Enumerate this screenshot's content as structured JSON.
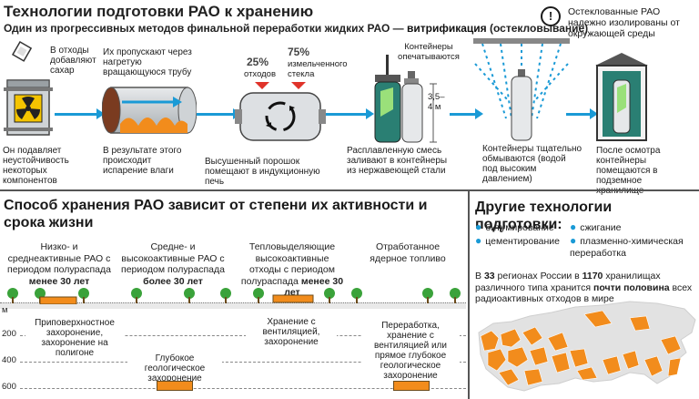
{
  "header": {
    "title": "Технологии подготовки РАО к хранению",
    "subtitle_pre": "Один из прогрессивных методов финальной переработки жидких РАО —",
    "subtitle_bold": "витрификация",
    "subtitle_post": "(остекловывание)"
  },
  "note": "Остеклованные РАО надежно изолированы от окружающей среды",
  "steps": {
    "s1_top": "В отходы добавляют сахар",
    "s1_bottom": "Он подавляет неустойчивость некоторых компонентов",
    "s2_top": "Их пропускают через нагретую вращающуюся трубу",
    "s2_bottom": "В результате этого происходит испарение влаги",
    "s3_pct1": "25%",
    "s3_pct1_label": "отходов",
    "s3_pct2": "75%",
    "s3_pct2_label": "измельченного стекла",
    "s3_bottom": "Высушенный порошок помещают в индукционную печь",
    "s4_top": "Контейнеры опечатываются",
    "s4_height": "3,5–4 м",
    "s4_bottom": "Расплавленную смесь заливают в контейнеры из нержавеющей стали",
    "s5_bottom": "Контейнеры тщательно обмываются (водой под высоким давлением)",
    "s6_bottom": "После осмотра контейнеры помещаются в подземное хранилище"
  },
  "storage": {
    "title": "Способ хранения РАО зависит от степени их активности и срока жизни",
    "columns": [
      {
        "pre": "Низко- и среднеактивные РАО с периодом полураспада",
        "bold": "менее 30 лет",
        "desc": "Приповерхностное захоронение, захоронение на полигоне"
      },
      {
        "pre": "Средне- и высокоактивные РАО с периодом полураспада",
        "bold": "более 30 лет",
        "desc": "Глубокое геологическое захоронение"
      },
      {
        "pre": "Тепловыделяющие высокоактивные отходы с периодом полураспада",
        "bold": "менее 30 лет",
        "desc": "Хранение с вентиляцией, захоронение"
      },
      {
        "pre": "Отработанное ядерное топливо",
        "bold": "",
        "desc": "Переработка, хранение с вентиляцией или прямое глубокое геологическое захоронение"
      }
    ],
    "depth_unit": "м",
    "depths": [
      "200",
      "400",
      "600"
    ]
  },
  "other": {
    "title": "Другие технологии подготовки:",
    "items": [
      "битумирование",
      "сжигание",
      "цементирование",
      "плазменно-химическая переработка"
    ]
  },
  "russia": {
    "text_pre": "В",
    "regions": "33",
    "text_mid1": "регионах России в",
    "storages": "1170",
    "text_mid2": "хранилищах различного типа хранится",
    "bold_half": "почти половина",
    "text_post": "всех радиоактивных отходов в мире"
  },
  "colors": {
    "accent": "#1a9ad6",
    "orange": "#f28c1c",
    "green": "#3aa23a"
  }
}
